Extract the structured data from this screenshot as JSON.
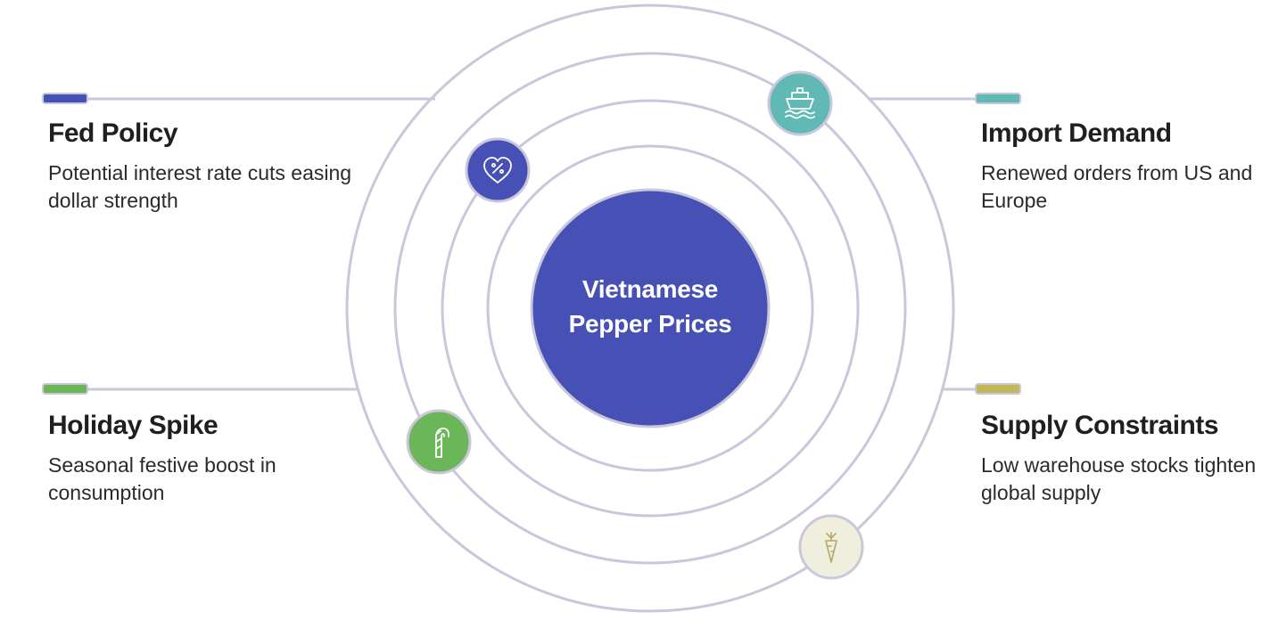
{
  "center": {
    "title": "Vietnamese Pepper Prices",
    "color": "#4750b4"
  },
  "factors": {
    "fed_policy": {
      "title": "Fed Policy",
      "description": "Potential interest rate cuts easing dollar strength",
      "color": "#4750b4",
      "icon": "heart-percent-icon"
    },
    "import_demand": {
      "title": "Import Demand",
      "description": "Renewed orders from US and Europe",
      "color": "#61b9b5",
      "icon": "ship-icon"
    },
    "holiday_spike": {
      "title": "Holiday Spike",
      "description": "Seasonal festive boost in consumption",
      "color": "#6cb65a",
      "icon": "candy-cane-icon"
    },
    "supply_constraints": {
      "title": "Supply Constraints",
      "description": "Low warehouse stocks tighten global supply",
      "color": "#c2b85a",
      "icon": "carrot-icon"
    }
  },
  "ring_color": "#c9c7dc"
}
